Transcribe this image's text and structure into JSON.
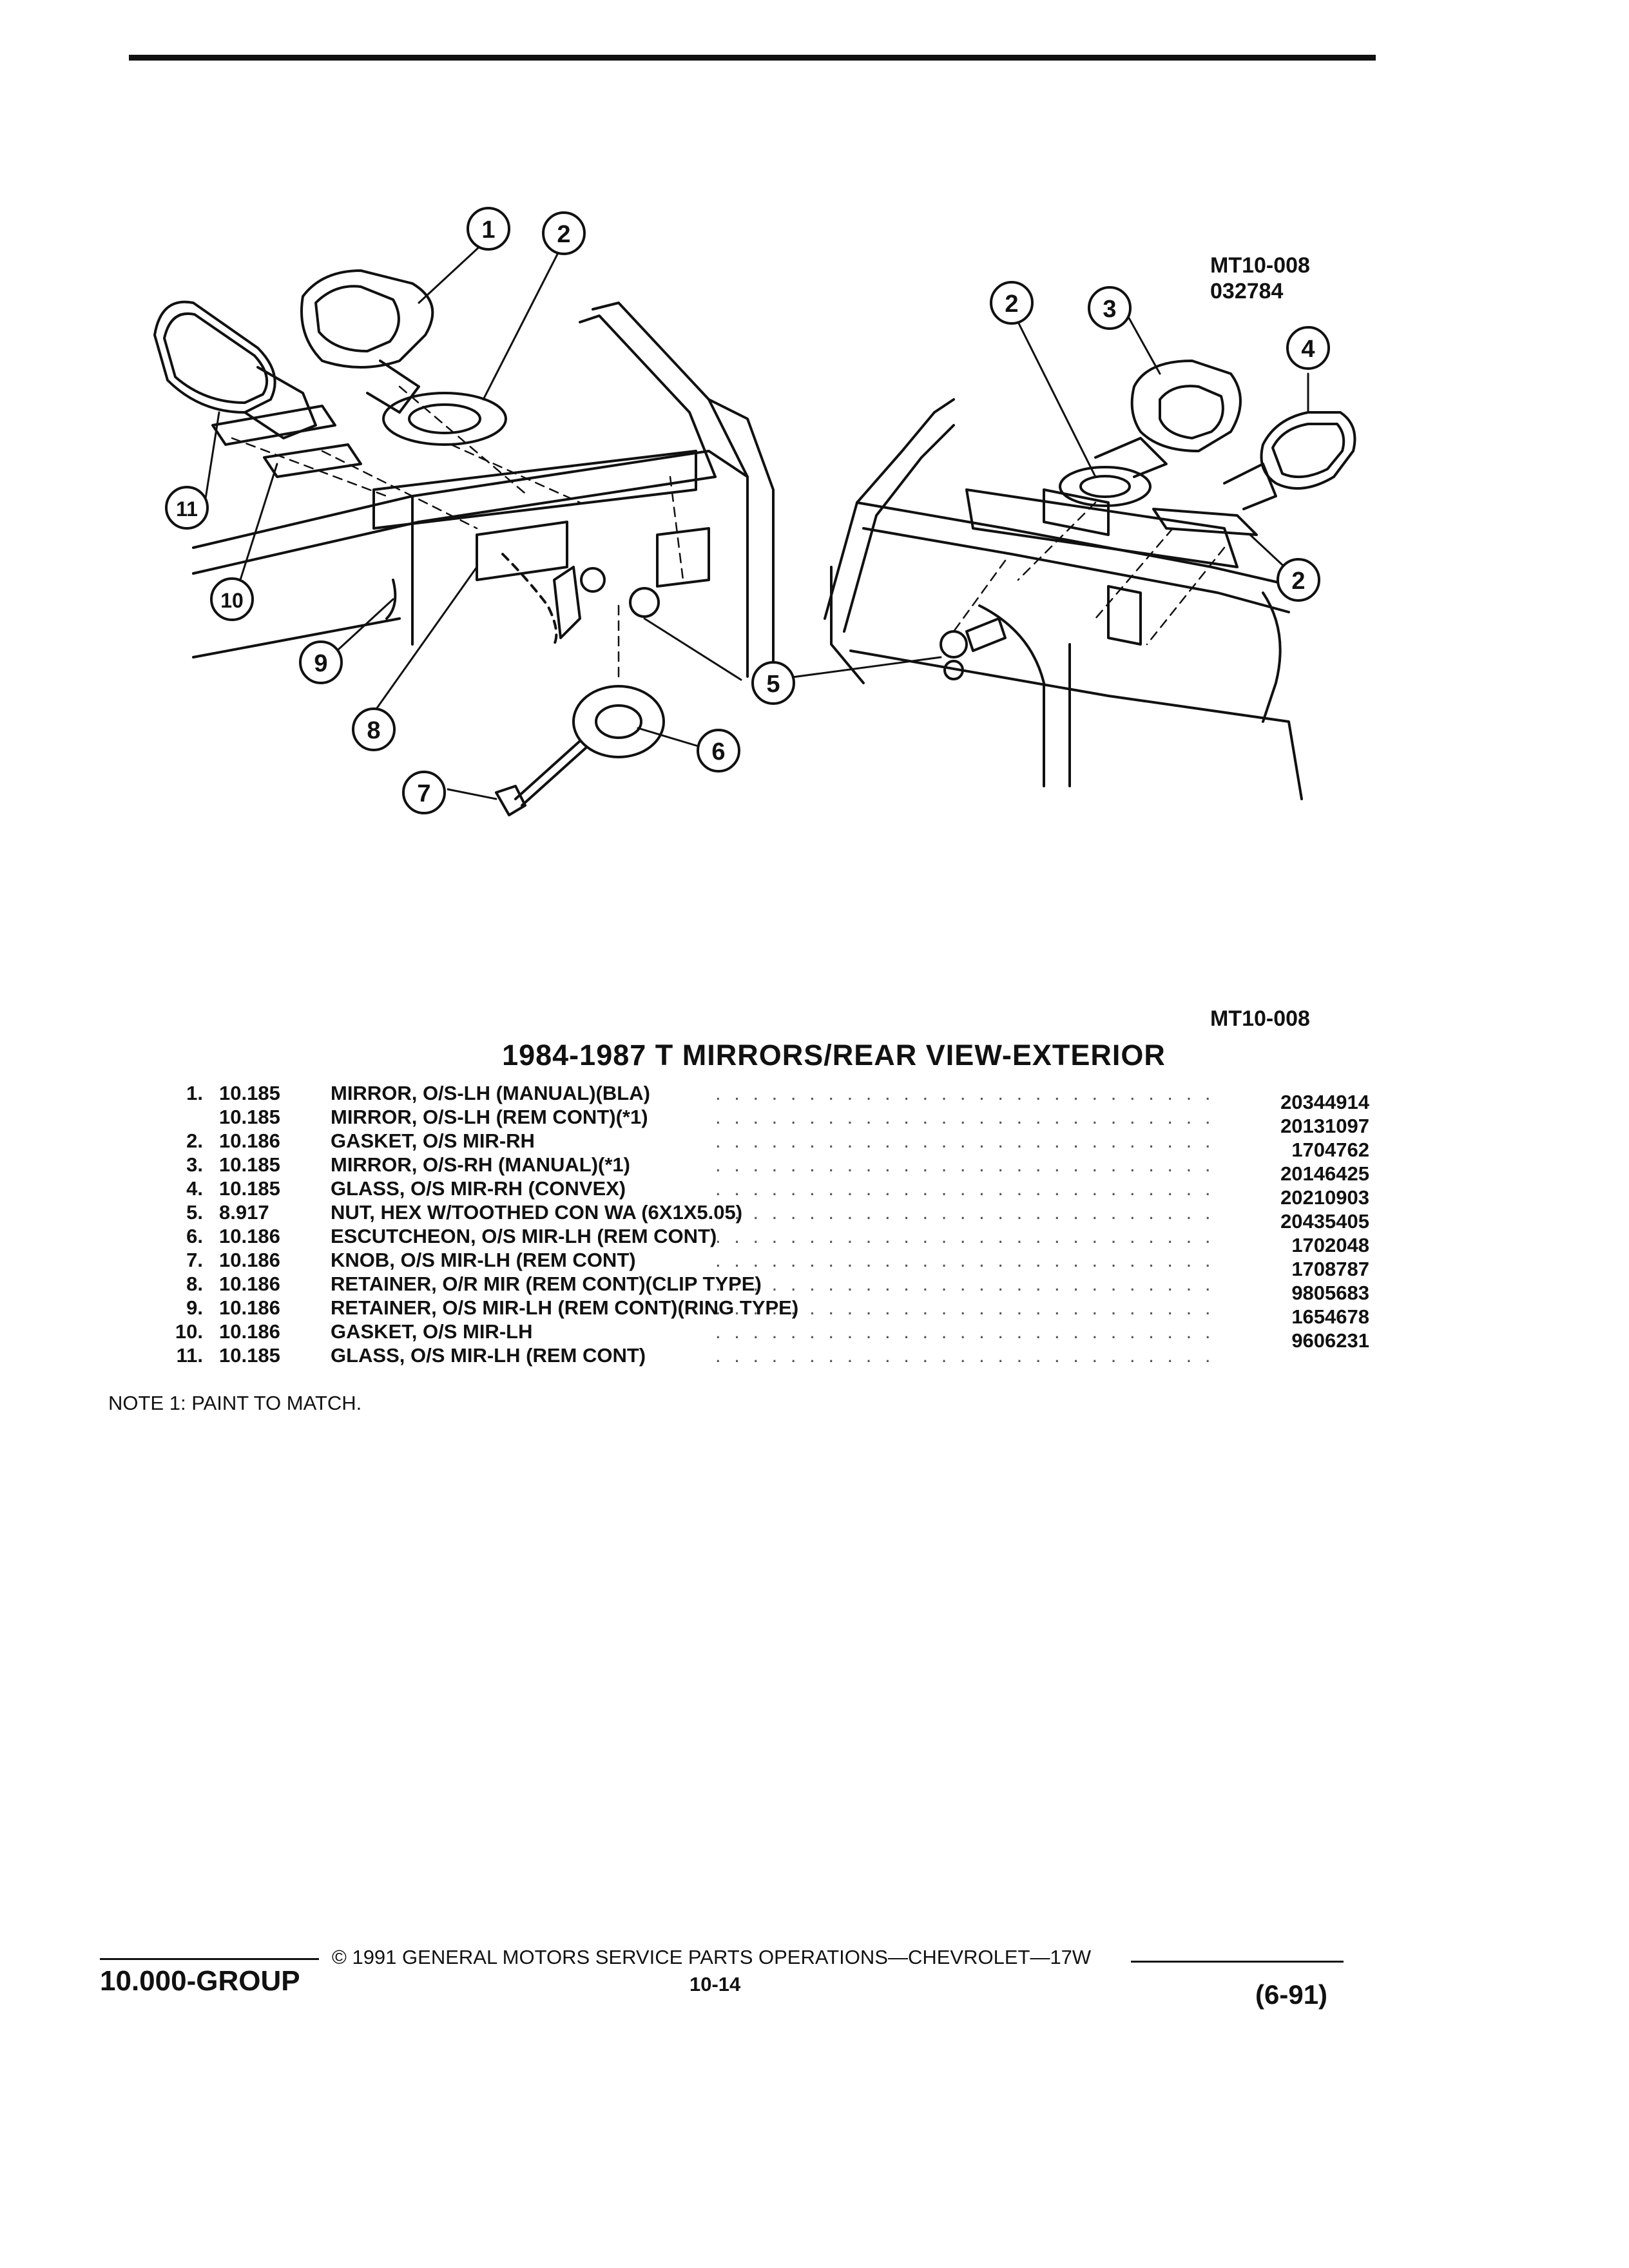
{
  "figure": {
    "id_top": "MT10-008",
    "date_code": "032784",
    "id_bottom": "MT10-008",
    "callouts": [
      "1",
      "2",
      "2",
      "2",
      "3",
      "4",
      "5",
      "6",
      "7",
      "8",
      "9",
      "10",
      "11"
    ]
  },
  "title": "1984-1987 T MIRRORS/REAR VIEW-EXTERIOR",
  "parts": [
    {
      "num": "1.",
      "group": "10.185",
      "name": "MIRROR",
      "rest": ", O/S-LH (MANUAL)(BLA)"
    },
    {
      "num": "",
      "group": "10.185",
      "name": "MIRROR",
      "rest": ", O/S-LH (REM CONT)(*1)"
    },
    {
      "num": "2.",
      "group": "10.186",
      "name": "GASKET",
      "rest": ", O/S MIR-RH"
    },
    {
      "num": "3.",
      "group": "10.185",
      "name": "MIRROR",
      "rest": ", O/S-RH (MANUAL)(*1)"
    },
    {
      "num": "4.",
      "group": "10.185",
      "name": "GLASS",
      "rest": ", O/S MIR-RH (CONVEX)"
    },
    {
      "num": "5.",
      "group": "8.917",
      "name": "NUT",
      "rest": ", HEX W/TOOTHED CON WA (6X1X5.05)"
    },
    {
      "num": "6.",
      "group": "10.186",
      "name": "ESCUTCHEON",
      "rest": ", O/S MIR-LH (REM CONT)"
    },
    {
      "num": "7.",
      "group": "10.186",
      "name": "KNOB",
      "rest": ", O/S MIR-LH (REM CONT)"
    },
    {
      "num": "8.",
      "group": "10.186",
      "name": "RETAINER",
      "rest": ", O/R MIR (REM CONT)(CLIP TYPE)"
    },
    {
      "num": "9.",
      "group": "10.186",
      "name": "RETAINER",
      "rest": ", O/S MIR-LH (REM CONT)(RING TYPE)"
    },
    {
      "num": "10.",
      "group": "10.186",
      "name": "GASKET",
      "rest": ", O/S MIR-LH"
    },
    {
      "num": "11.",
      "group": "10.185",
      "name": "GLASS",
      "rest": ", O/S MIR-LH (REM CONT)"
    }
  ],
  "part_numbers": [
    "20344914",
    "20131097",
    "1704762",
    "20146425",
    "20210903",
    "20435405",
    "1702048",
    "1708787",
    "9805683",
    "1654678",
    "9606231"
  ],
  "note": "NOTE 1: PAINT TO MATCH.",
  "footer": {
    "group": "10.000-GROUP",
    "copyright": "© 1991 GENERAL MOTORS SERVICE PARTS OPERATIONS—CHEVROLET—17W",
    "page": "10-14",
    "date": "(6-91)"
  }
}
